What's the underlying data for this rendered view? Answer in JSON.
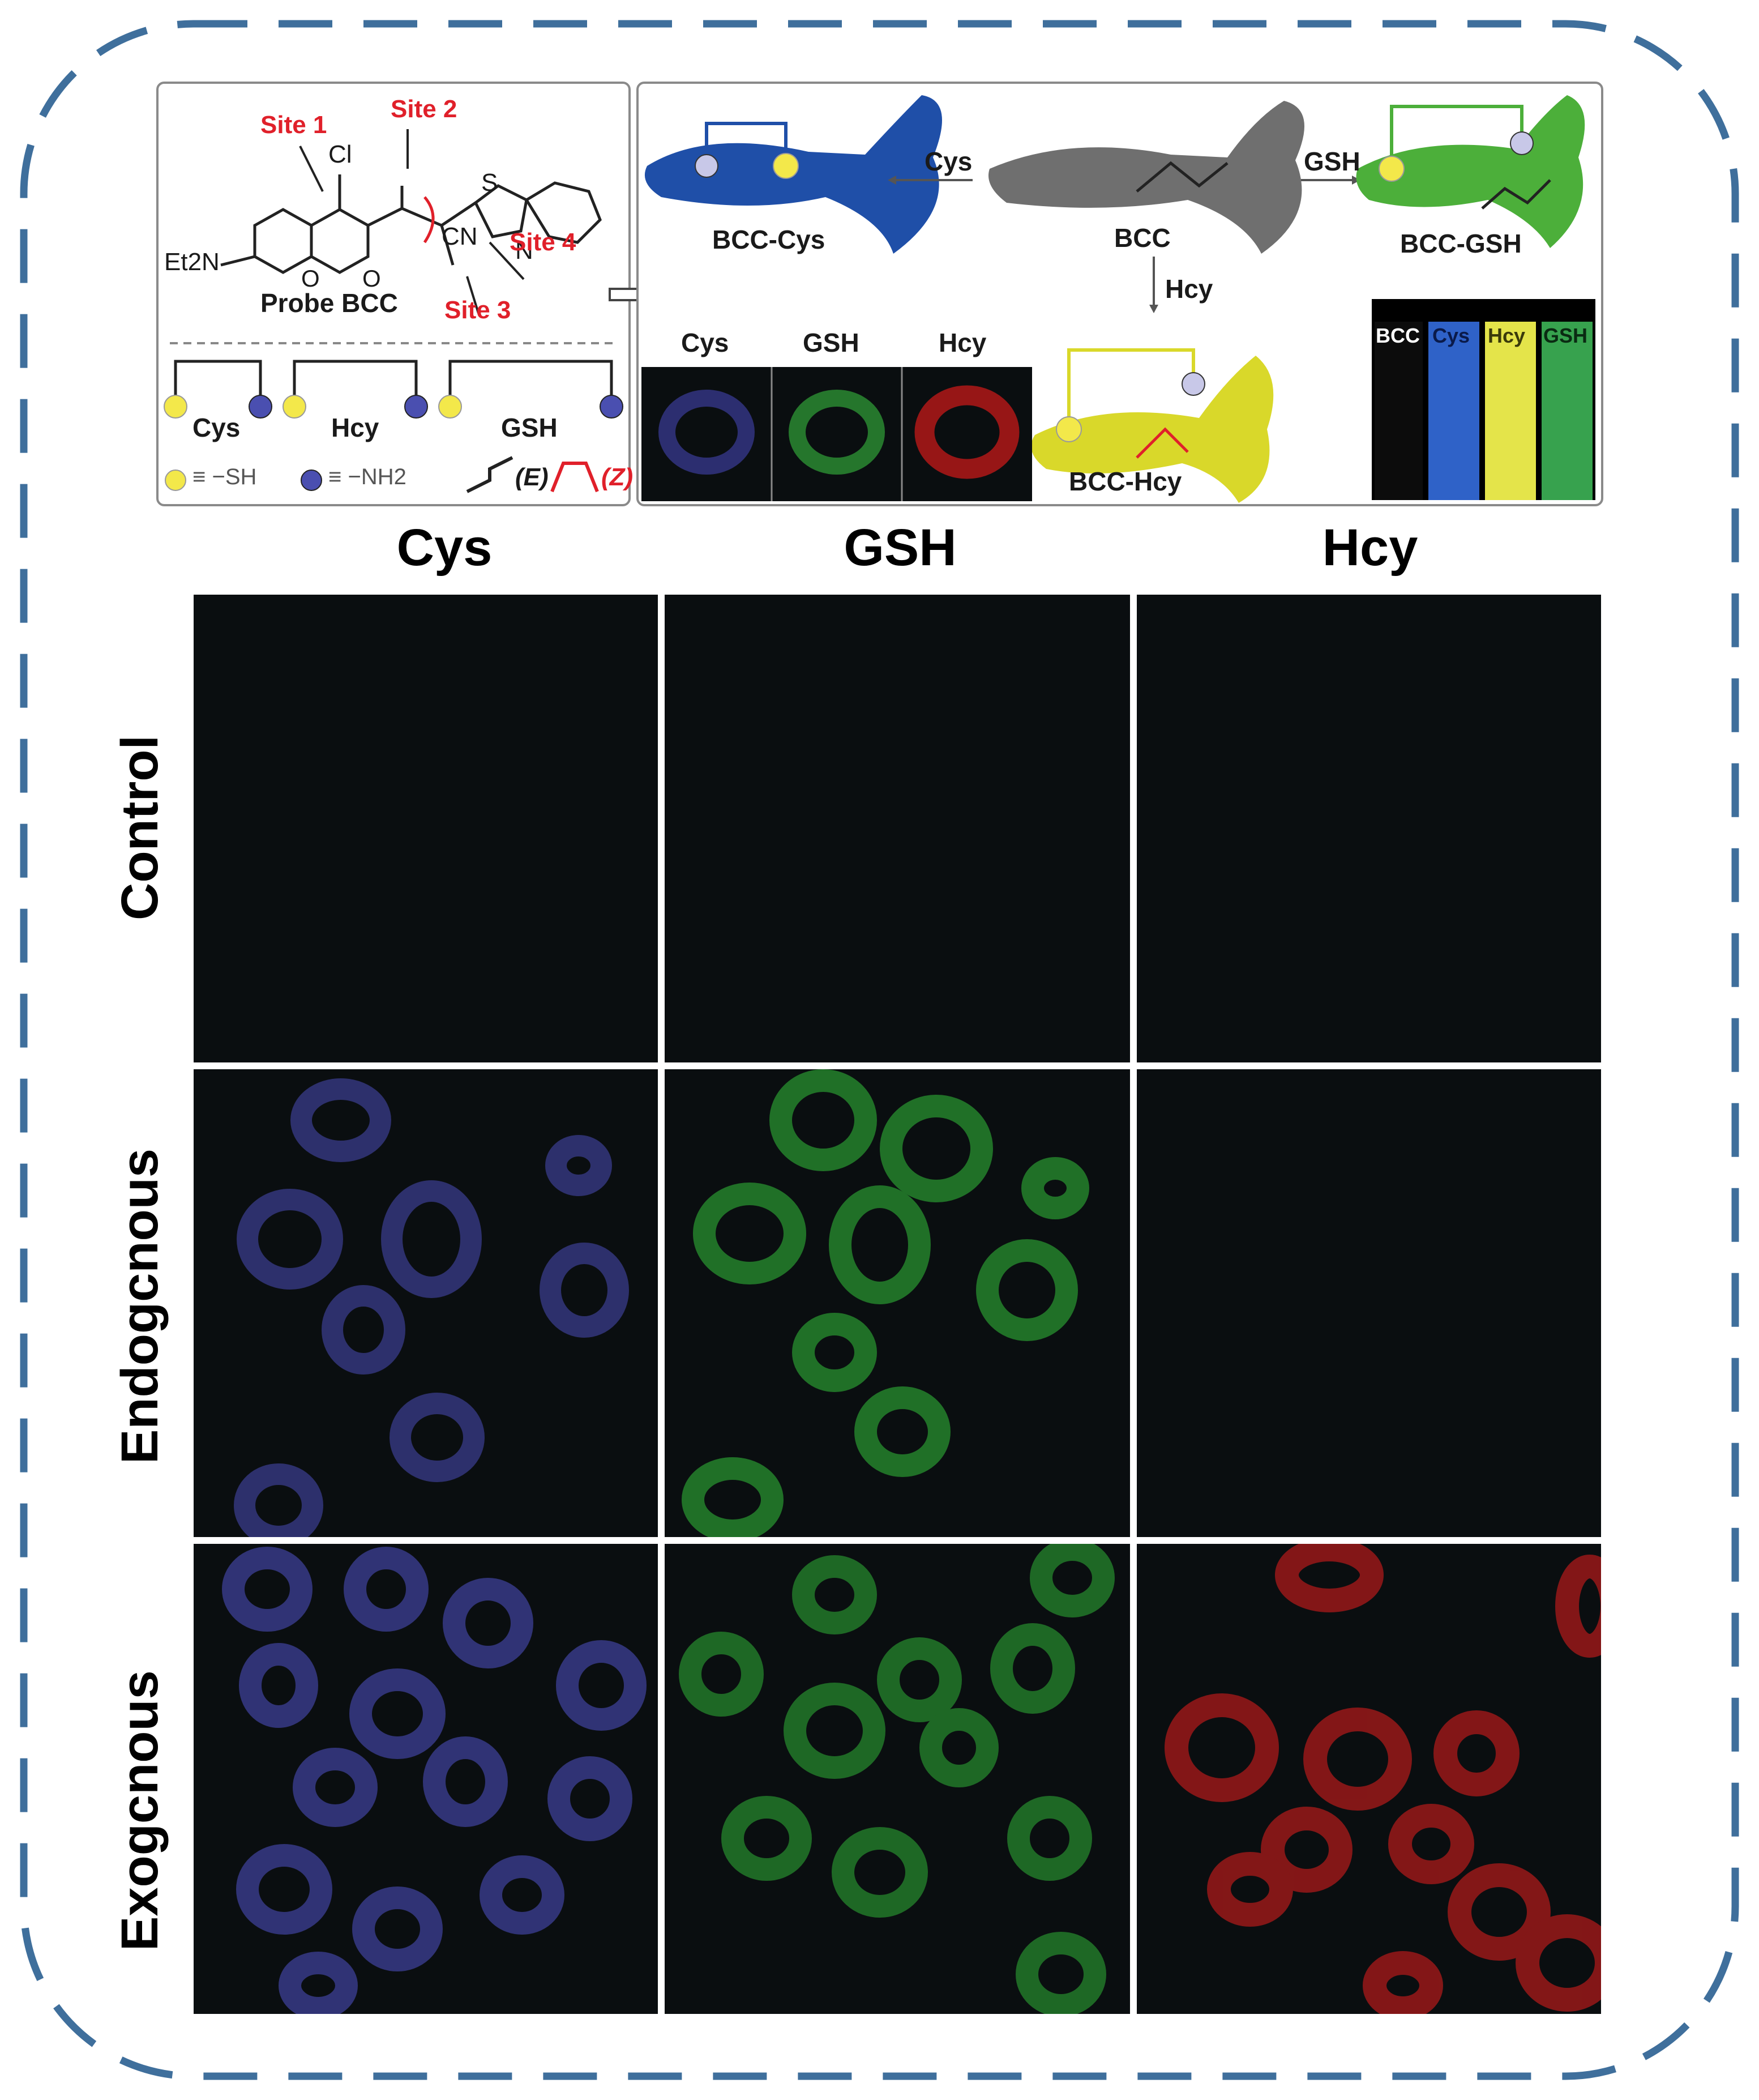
{
  "scheme": {
    "probe_panel": {
      "probe_name": "Probe BCC",
      "atom_cl": "Cl",
      "atom_s": "S",
      "atom_n": "N",
      "atom_o1": "O",
      "atom_o2": "O",
      "group_cn": "CN",
      "group_et2n": "Et2N",
      "site1": "Site 1",
      "site2": "Site 2",
      "site3": "Site 3",
      "site4": "Site 4",
      "thiol_cys": "Cys",
      "thiol_hcy": "Hcy",
      "thiol_gsh": "GSH",
      "legend_sh": "≡ −SH",
      "legend_nh2": "≡ −NH2",
      "legend_e": "(E)",
      "legend_z": "(Z)"
    },
    "mechanism_panel": {
      "bcc": "BCC",
      "bcc_cys": "BCC-Cys",
      "bcc_gsh": "BCC-GSH",
      "bcc_hcy": "BCC-Hcy",
      "arrow_cys": "Cys",
      "arrow_gsh": "GSH",
      "arrow_hcy": "Hcy",
      "mini_cys": "Cys",
      "mini_gsh": "GSH",
      "mini_hcy": "Hcy",
      "vial_labels": [
        "BCC",
        "Cys",
        "Hcy",
        "GSH"
      ]
    }
  },
  "imaging": {
    "columns": [
      "Cys",
      "GSH",
      "Hcy"
    ],
    "rows": [
      "Control",
      "Endogcnous",
      "Exogcnous"
    ]
  },
  "colors": {
    "frame": "#3f6f9c",
    "blue_probe": "#1f4fa8",
    "green_probe": "#4caf3a",
    "yellow_probe": "#d9d82a",
    "gray_probe": "#6f6f6f",
    "cell_blue": "#5a5cd0",
    "cell_green": "#3fbf3f",
    "cell_red": "#d02020"
  }
}
